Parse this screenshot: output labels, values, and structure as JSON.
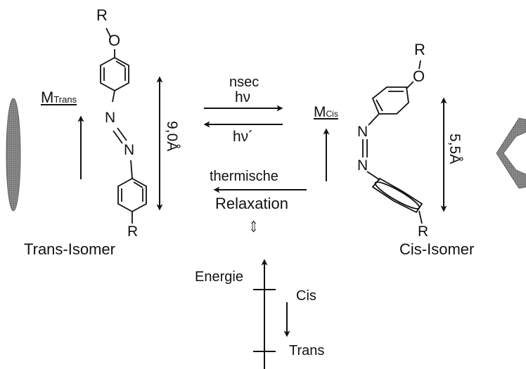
{
  "trans": {
    "substituent_top": "R",
    "oxygen": "O",
    "n_upper": "N",
    "n_lower": "N",
    "substituent_bottom": "R",
    "moment_label": "M",
    "moment_sub": "Trans",
    "length": "9,0Å",
    "name": "Trans-Isomer"
  },
  "cis": {
    "substituent_top": "R",
    "oxygen": "O",
    "n_upper": "N",
    "n_lower": "N",
    "substituent_bottom": "R",
    "moment_label": "M",
    "moment_sub": "Cis",
    "length": "5,5Å",
    "name": "Cis-Isomer"
  },
  "reaction": {
    "forward_top": "nsec",
    "forward_bottom": "hν",
    "reverse": "hν´",
    "thermal_line1": "thermische",
    "thermal_line2": "Relaxation",
    "equivalence": "⇔"
  },
  "energy": {
    "axis_label": "Energie",
    "upper_level": "Cis",
    "lower_level": "Trans"
  },
  "colors": {
    "ink": "#111111",
    "grey_shape": "#7a7a7a"
  }
}
